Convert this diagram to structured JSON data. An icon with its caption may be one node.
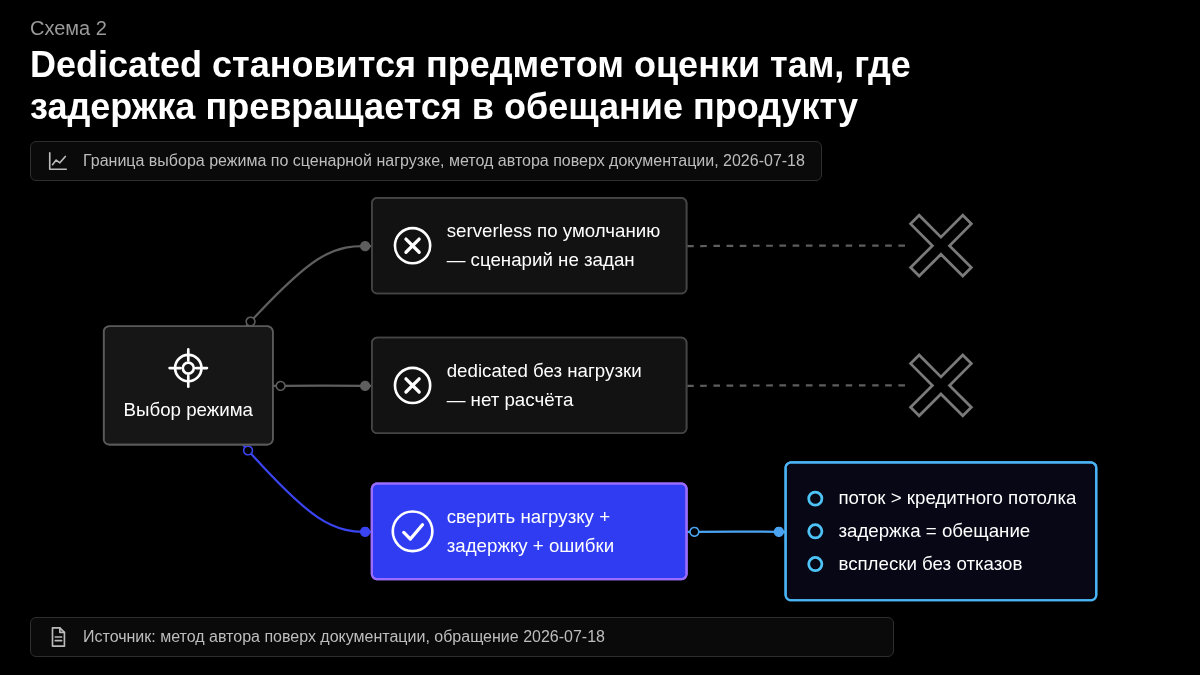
{
  "diagram": {
    "title": "Dedicated становится предметом оценки там, где задержка превращается в обещание продукту",
    "caption": "Источник: метод автора поверх документации, обращение 2026-07-18",
    "labels": [
      "Схема 2",
      "Граница выбора режима по сценарной нагрузке, метод автора поверх документации, 2026-07-18"
    ],
    "nodes": [
      {
        "text": [
          "Выбор режима"
        ]
      },
      {
        "text": [
          "serverless по умолчанию — сценарий не задан"
        ]
      },
      {
        "text": [
          "dedicated без нагрузки — нет расчёта"
        ]
      },
      {
        "text": [
          "сверить нагрузку + задержку + ошибки"
        ]
      },
      {
        "text": [
          "поток > кредитного потолка",
          "задержка = обещание",
          "всплески без отказов"
        ]
      },
      {
        "text": [],
        "shape": "cross"
      },
      {
        "text": [],
        "shape": "cross"
      }
    ],
    "edges": [
      {
        "from": 0,
        "to": 1,
        "arrow": "other"
      },
      {
        "from": 0,
        "to": 2,
        "arrow": "other"
      },
      {
        "from": 0,
        "to": 3,
        "arrow": "other",
        "color": "#3a44f0"
      },
      {
        "from": 3,
        "to": 4,
        "arrow": "other",
        "color": "#4aa4f2"
      },
      {
        "from": 1,
        "to": 5,
        "arrow": "none",
        "style": "dashed"
      },
      {
        "from": 2,
        "to": 6,
        "arrow": "none",
        "style": "dashed"
      }
    ]
  }
}
